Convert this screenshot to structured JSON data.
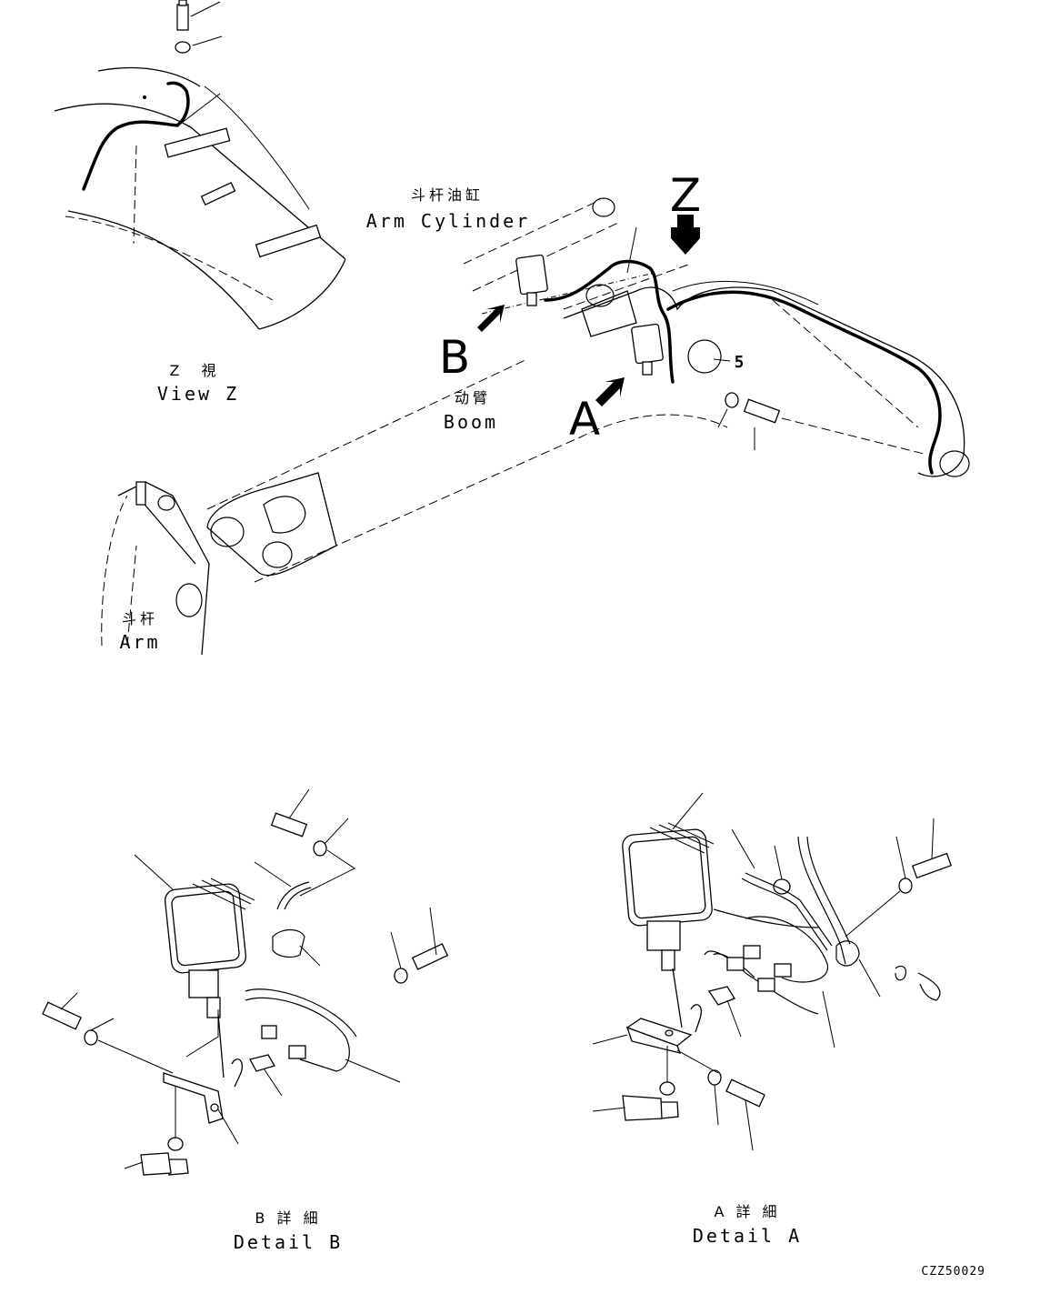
{
  "labels": {
    "arm_cylinder_cn": "斗杆油缸",
    "arm_cylinder_en": "Arm Cylinder",
    "boom_cn": "动臂",
    "boom_en": "Boom",
    "arm_cn": "斗杆",
    "arm_en": "Arm",
    "view_z_cn": "Z　視",
    "view_z_en": "View Z",
    "detail_b_cn": "B 詳 細",
    "detail_b_en": "Detail B",
    "detail_a_cn": "A 詳 細",
    "detail_a_en": "Detail A",
    "marker_z": "Z",
    "marker_b": "B",
    "marker_a": "A",
    "item_5": "5",
    "drawing_code": "CZZ50029"
  }
}
